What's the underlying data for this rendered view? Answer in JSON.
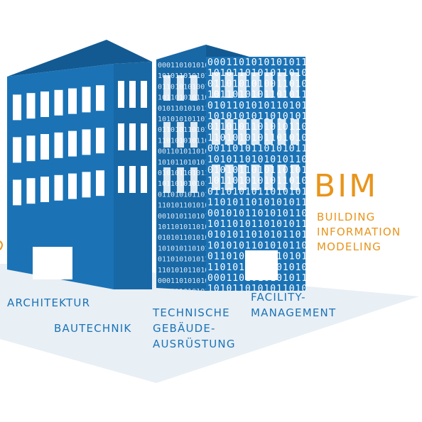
{
  "labels": {
    "architektur": "ARCHITEKTUR",
    "bautechnik": "BAUTECHNIK",
    "tga": [
      "TECHNISCHE",
      "GEBÄUDE-",
      "AUSRÜSTUNG"
    ],
    "facility": [
      "FACILITY-",
      "MANAGEMENT"
    ]
  },
  "bim": {
    "title": "BIM",
    "subtitle": [
      "BUILDING",
      "INFORMATION",
      "MODELING"
    ]
  },
  "binary_lines": [
    "00011010101010110",
    "10101101010110101",
    "01101010100110101",
    "10110101011010110",
    "01011010101101010",
    "10101010110101011",
    "01101011010101101",
    "11010101011010101",
    "00110101101010110",
    "10101101010101101",
    "01010110101101010",
    "10110101010110101",
    "01101010110101011",
    "11010110101010110",
    "00101011010101101",
    "10110101101010110",
    "01010110101011010",
    "10101011010101101",
    "01101010101101011",
    "11010101101010100"
  ],
  "colors": {
    "building_blue": "#1b73b6",
    "building_dark": "#135a92",
    "ground": "#e8eff5",
    "bim_orange": "#e8941b",
    "label_blue": "#1b73b6"
  }
}
